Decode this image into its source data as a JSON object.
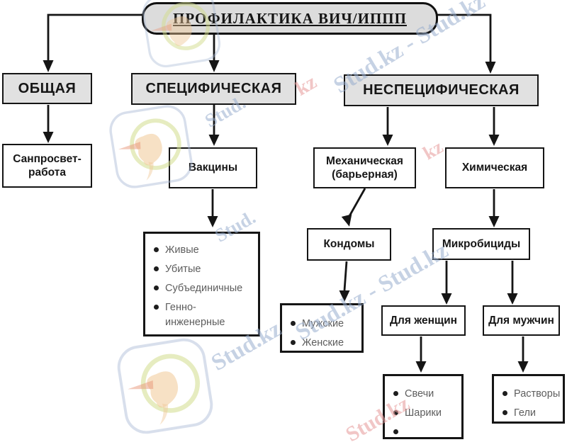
{
  "title": {
    "label": "ПРОФИЛАКТИКА ВИЧ/ИППП"
  },
  "level1": {
    "general": "ОБЩАЯ",
    "specific": "СПЕЦИФИЧЕСКАЯ",
    "nonspecific": "НЕСПЕЦИФИЧЕСКАЯ"
  },
  "level2": {
    "sanprosvet": "Санпросвет-\nработа",
    "vaccines": "Вакцины",
    "mechanical": "Механическая\n(барьерная)",
    "chemical": "Химическая"
  },
  "level3": {
    "condoms": "Кондомы",
    "microbicides": "Микробициды"
  },
  "level4": {
    "for_women": "Для женщин",
    "for_men": "Для мужчин"
  },
  "lists": {
    "vaccine_types": {
      "items": [
        "Живые",
        "Убитые",
        "Субъединичные",
        "Генно-\nинженерные"
      ]
    },
    "condom_types": {
      "items": [
        "Мужские",
        "Женские"
      ]
    },
    "women_products": {
      "items": [
        "Свечи",
        "Шарики",
        ""
      ]
    },
    "men_products": {
      "items": [
        "Растворы",
        "Гели"
      ]
    }
  },
  "watermark": {
    "full": "Stud.kz - Stud.kz",
    "single": "Stud.kz",
    "short": "Stud.",
    "kz": "kz",
    "color_blue": "#98adce",
    "color_pink": "#e8a0a0",
    "logo_ring": "#d2dc8c",
    "logo_bird": "#f0c8a0"
  },
  "colors": {
    "header_fill": "#e1e1e1",
    "line": "#151515",
    "list_text": "#5d5d5d"
  }
}
